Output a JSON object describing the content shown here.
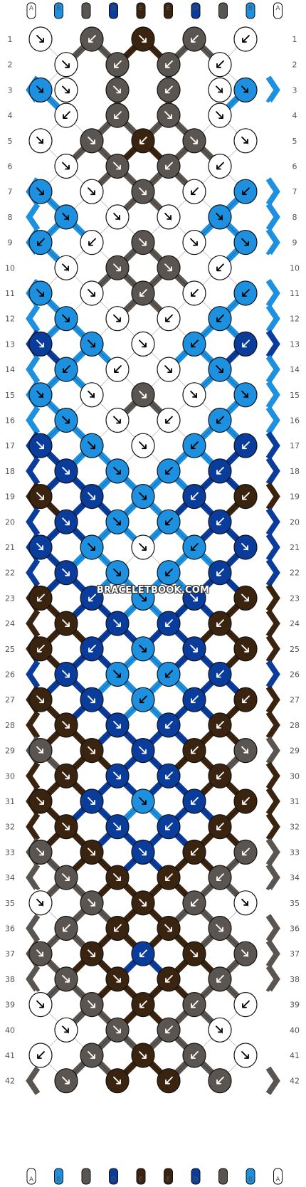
{
  "title": "",
  "watermark": "BRACELETBOOK.COM",
  "strand_letters": [
    "A",
    "B",
    "C",
    "D",
    "E",
    "E",
    "D",
    "C",
    "B",
    "A"
  ],
  "colors": {
    "A": "#ffffff",
    "B": "#1e90e0",
    "C": "#5a5550",
    "D": "#0a3c9c",
    "E": "#3a2410"
  },
  "row_numbers": [
    1,
    2,
    3,
    4,
    5,
    6,
    7,
    8,
    9,
    10,
    11,
    12,
    13,
    14,
    15,
    16,
    17,
    18,
    19,
    20,
    21,
    22,
    23,
    24,
    25,
    26,
    27,
    28,
    29,
    30,
    31,
    32,
    33,
    34,
    35,
    36,
    37,
    38,
    39,
    40,
    41,
    42
  ],
  "knot_rows": [
    [
      "A",
      "C",
      "E",
      "C",
      "A"
    ],
    [
      "A",
      "C",
      "C",
      "A"
    ],
    [
      "B",
      "A",
      "C",
      "C",
      "A",
      "B"
    ],
    [
      "A",
      "C",
      "C",
      "A"
    ],
    [
      "A",
      "C",
      "E",
      "C",
      "A"
    ],
    [
      "A",
      "C",
      "C",
      "A"
    ],
    [
      "B",
      "A",
      "C",
      "A",
      "B"
    ],
    [
      "B",
      "A",
      "A",
      "B"
    ],
    [
      "B",
      "A",
      "C",
      "A",
      "B"
    ],
    [
      "A",
      "C",
      "C",
      "A"
    ],
    [
      "B",
      "A",
      "C",
      "A",
      "B"
    ],
    [
      "B",
      "A",
      "A",
      "B"
    ],
    [
      "D",
      "B",
      "A",
      "B",
      "D"
    ],
    [
      "B",
      "A",
      "A",
      "B"
    ],
    [
      "B",
      "A",
      "C",
      "A",
      "B"
    ],
    [
      "B",
      "A",
      "A",
      "B"
    ],
    [
      "D",
      "B",
      "A",
      "B",
      "D"
    ],
    [
      "D",
      "B",
      "B",
      "D"
    ],
    [
      "E",
      "D",
      "B",
      "D",
      "E"
    ],
    [
      "D",
      "B",
      "B",
      "D"
    ],
    [
      "D",
      "B",
      "A",
      "B",
      "D"
    ],
    [
      "D",
      "B",
      "B",
      "D"
    ],
    [
      "E",
      "D",
      "B",
      "D",
      "E"
    ],
    [
      "E",
      "D",
      "D",
      "E"
    ],
    [
      "E",
      "D",
      "B",
      "D",
      "E"
    ],
    [
      "D",
      "B",
      "B",
      "D"
    ],
    [
      "E",
      "D",
      "B",
      "D",
      "E"
    ],
    [
      "E",
      "D",
      "D",
      "E"
    ],
    [
      "C",
      "E",
      "D",
      "E",
      "C"
    ],
    [
      "E",
      "D",
      "D",
      "E"
    ],
    [
      "E",
      "D",
      "B",
      "D",
      "E"
    ],
    [
      "E",
      "D",
      "D",
      "E"
    ],
    [
      "C",
      "E",
      "D",
      "E",
      "C"
    ],
    [
      "C",
      "E",
      "E",
      "C"
    ],
    [
      "A",
      "C",
      "E",
      "C",
      "A"
    ],
    [
      "C",
      "E",
      "E",
      "C"
    ],
    [
      "C",
      "E",
      "D",
      "E",
      "C"
    ],
    [
      "C",
      "E",
      "E",
      "C"
    ],
    [
      "A",
      "C",
      "E",
      "C",
      "A"
    ],
    [
      "A",
      "C",
      "C",
      "A"
    ],
    [
      "A",
      "C",
      "E",
      "C",
      "A"
    ],
    [
      "C",
      "E",
      "E",
      "C"
    ]
  ],
  "knot_arrows": [
    [
      "se",
      "sw",
      "se",
      "sw",
      "sw"
    ],
    [
      "se",
      "sw",
      "sw",
      "sw"
    ],
    [
      "fb",
      "se",
      "se",
      "sw",
      "fb",
      "fb"
    ],
    [
      "sw",
      "sw",
      "se",
      "se"
    ],
    [
      "fb",
      "se",
      "sw",
      "se",
      "fb"
    ],
    [
      "se",
      "se",
      "sw",
      "sw"
    ],
    [
      "se",
      "se",
      "se",
      "sw",
      "sw"
    ],
    [
      "fb",
      "fb",
      "fb",
      "fb"
    ],
    [
      "sw",
      "sw",
      "se",
      "se",
      "se"
    ],
    [
      "fb",
      "se",
      "se",
      "sw"
    ],
    [
      "se",
      "se",
      "sw",
      "sw",
      "sw"
    ],
    [
      "se",
      "se",
      "sw",
      "sw"
    ],
    [
      "se",
      "se",
      "se",
      "sw",
      "sw"
    ],
    [
      "sw",
      "sw",
      "se",
      "se"
    ],
    [
      "fb",
      "fb",
      "se",
      "fb",
      "fb"
    ],
    [
      "se",
      "se",
      "sw",
      "sw"
    ],
    [
      "se",
      "se",
      "se",
      "sw",
      "sw"
    ],
    [
      "se",
      "se",
      "sw",
      "sw"
    ],
    [
      "se",
      "se",
      "se",
      "sw",
      "sw"
    ],
    [
      "se",
      "se",
      "sw",
      "sw"
    ],
    [
      "fb",
      "se",
      "se",
      "sw",
      "fb"
    ],
    [
      "se",
      "se",
      "sw",
      "sw"
    ],
    [
      "sw",
      "sw",
      "se",
      "se",
      "se"
    ],
    [
      "se",
      "se",
      "sw",
      "sw"
    ],
    [
      "sw",
      "sw",
      "se",
      "se",
      "se"
    ],
    [
      "se",
      "se",
      "sw",
      "sw"
    ],
    [
      "se",
      "se",
      "sw",
      "sw",
      "sw"
    ],
    [
      "se",
      "se",
      "sw",
      "sw"
    ],
    [
      "fb",
      "se",
      "se",
      "sw",
      "fb"
    ],
    [
      "se",
      "se",
      "sw",
      "sw"
    ],
    [
      "se",
      "se",
      "se",
      "sw",
      "sw"
    ],
    [
      "se",
      "se",
      "sw",
      "sw"
    ],
    [
      "se",
      "se",
      "se",
      "sw",
      "sw"
    ],
    [
      "se",
      "se",
      "sw",
      "sw"
    ],
    [
      "fb",
      "se",
      "se",
      "sw",
      "fb"
    ],
    [
      "sw",
      "sw",
      "se",
      "se"
    ],
    [
      "fb",
      "se",
      "sw",
      "se",
      "fb"
    ],
    [
      "se",
      "se",
      "sw",
      "sw"
    ],
    [
      "se",
      "se",
      "sw",
      "sw",
      "sw"
    ],
    [
      "fb",
      "se",
      "sw",
      "fb"
    ],
    [
      "sw",
      "se",
      "se",
      "sw",
      "se"
    ],
    [
      "se",
      "se",
      "sw",
      "sw"
    ]
  ]
}
